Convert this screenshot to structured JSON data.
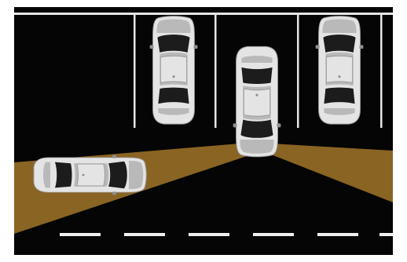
{
  "scene": {
    "subject": "cross-traffic-alert-illustration",
    "colors": {
      "background": "#050505",
      "frame": "#ffffff",
      "parking_line": "#e6e6e6",
      "lane_marking": "#f0f0f0",
      "sensor_beam": "#8a6423",
      "car_body": "#e4e4e4",
      "car_shade": "#b9b9b9",
      "car_glass": "#1c1c1c",
      "car_rim": "#8f8f8f"
    },
    "parked_cars": 3,
    "moving_cars": 1,
    "lane_dashes": 6
  }
}
